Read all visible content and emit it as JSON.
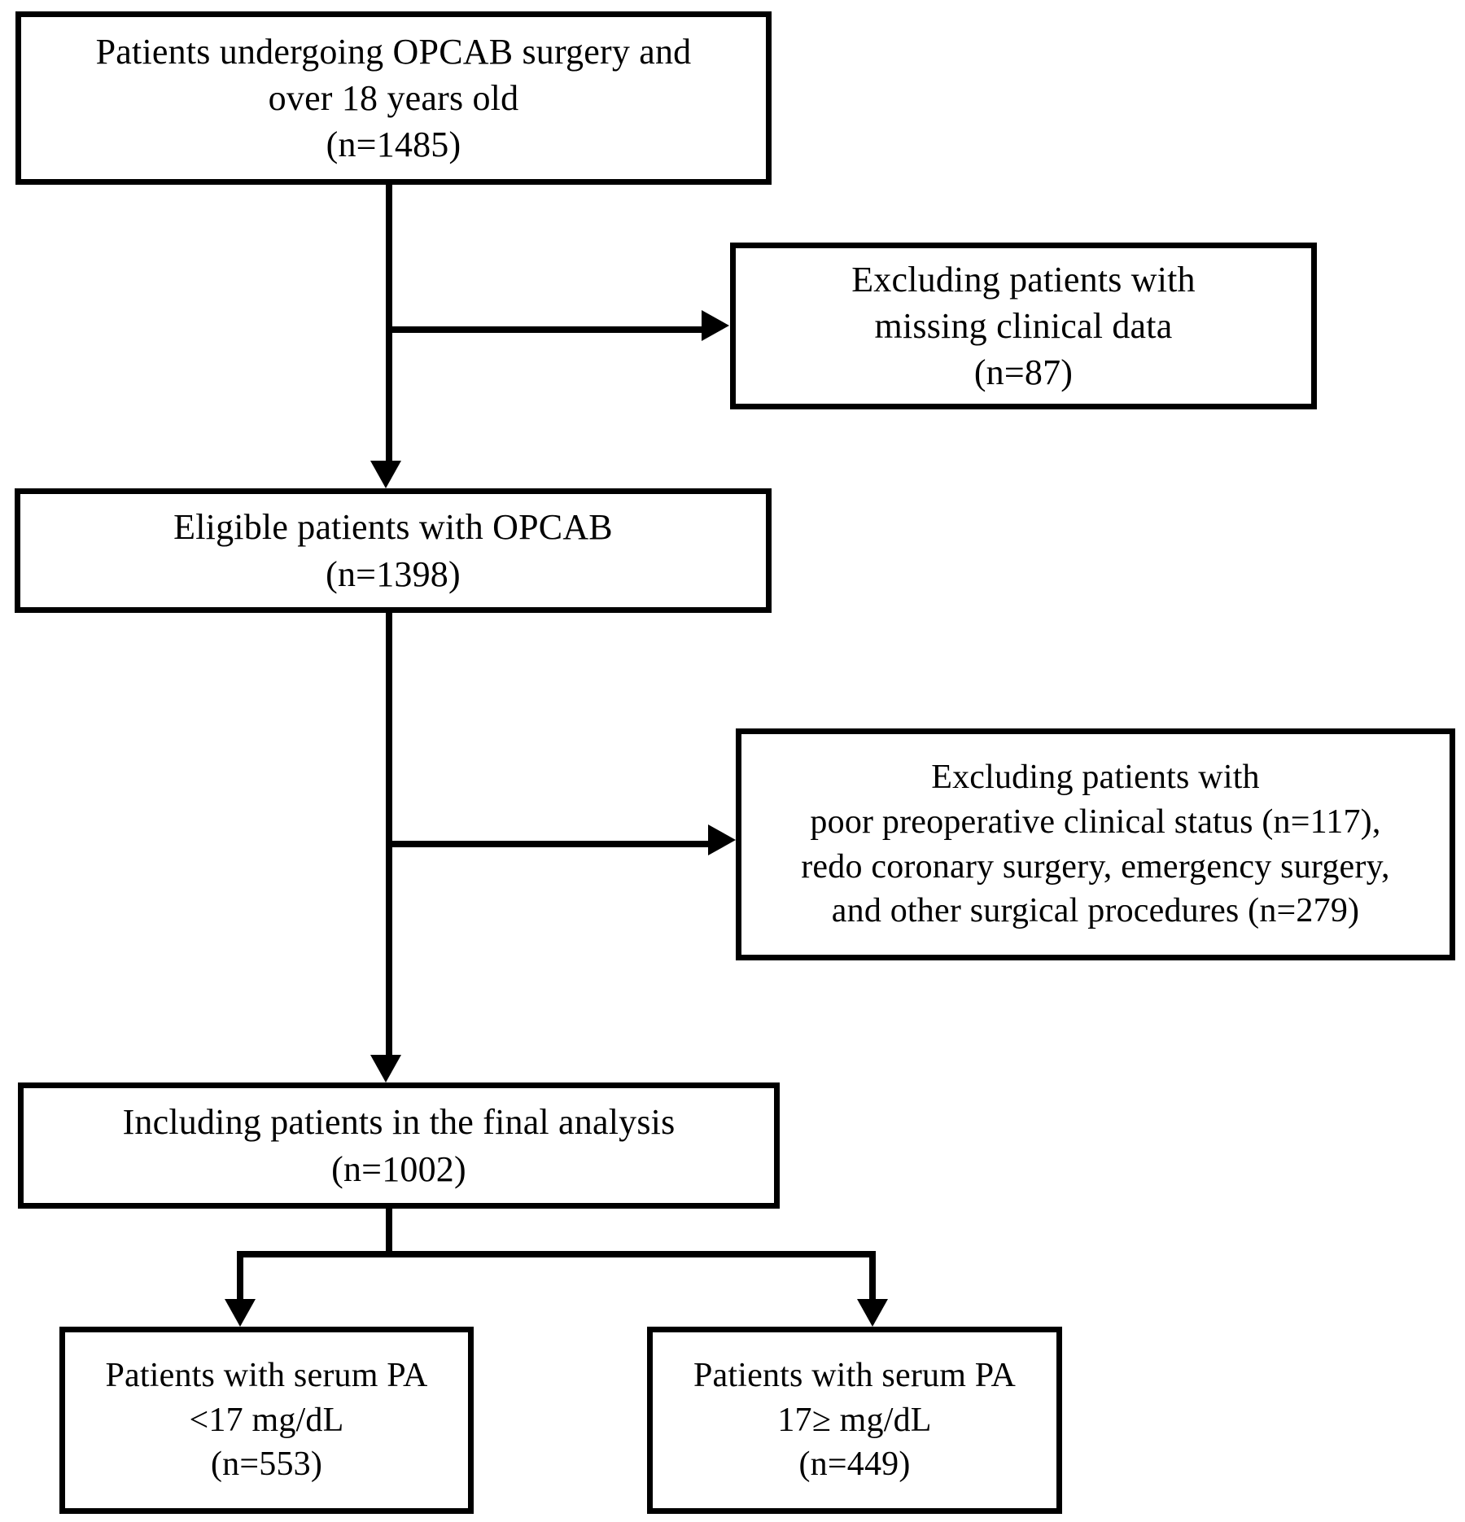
{
  "figure": {
    "type": "flowchart",
    "orientation": "top-to-bottom",
    "title": "Study participant flow diagram"
  },
  "nodes": {
    "screened": {
      "id": "screened",
      "lines": [
        "Patients undergoing OPCAB surgery and",
        "over 18 years old",
        "(n=1485)"
      ],
      "n": 1485
    },
    "excluded_1": {
      "id": "excluded_1",
      "lines": [
        "Excluding patients with",
        "missing clinical data",
        "(n=87)"
      ],
      "n": 87
    },
    "eligible": {
      "id": "eligible",
      "lines": [
        "Eligible patients with OPCAB",
        "(n=1398)"
      ],
      "n": 1398
    },
    "excluded_2": {
      "id": "excluded_2",
      "lines": [
        "Excluding patients with",
        "poor preoperative clinical status (n=117),",
        "redo coronary surgery, emergency surgery,",
        "and other surgical procedures (n=279)"
      ],
      "n_poor_status": 117,
      "n_other": 279
    },
    "included": {
      "id": "included",
      "lines": [
        "Including patients in the final analysis",
        "(n=1002)"
      ],
      "n": 1002
    },
    "group_low": {
      "id": "group_low",
      "lines": [
        "Patients with serum PA",
        "<17 mg/dL",
        "(n=553)"
      ],
      "n": 553
    },
    "group_high": {
      "id": "group_high",
      "lines": [
        "Patients with serum PA",
        "17≥ mg/dL",
        "(n=449)"
      ],
      "n": 449
    }
  },
  "edges": [
    {
      "from": "screened",
      "to": "excluded_1",
      "style": "elbow-right",
      "arrow": "arrow-right-icon"
    },
    {
      "from": "screened",
      "to": "eligible",
      "style": "straight-down",
      "arrow": "arrow-down-icon"
    },
    {
      "from": "eligible",
      "to": "excluded_2",
      "style": "elbow-right",
      "arrow": "arrow-right-icon"
    },
    {
      "from": "eligible",
      "to": "included",
      "style": "straight-down",
      "arrow": "arrow-down-icon"
    },
    {
      "from": "included",
      "to": "group_low",
      "style": "split-down",
      "arrow": "arrow-down-icon"
    },
    {
      "from": "included",
      "to": "group_high",
      "style": "split-down",
      "arrow": "arrow-down-icon"
    }
  ],
  "colors": {
    "stroke": "#000000",
    "fill": "#ffffff",
    "text": "#000000"
  }
}
